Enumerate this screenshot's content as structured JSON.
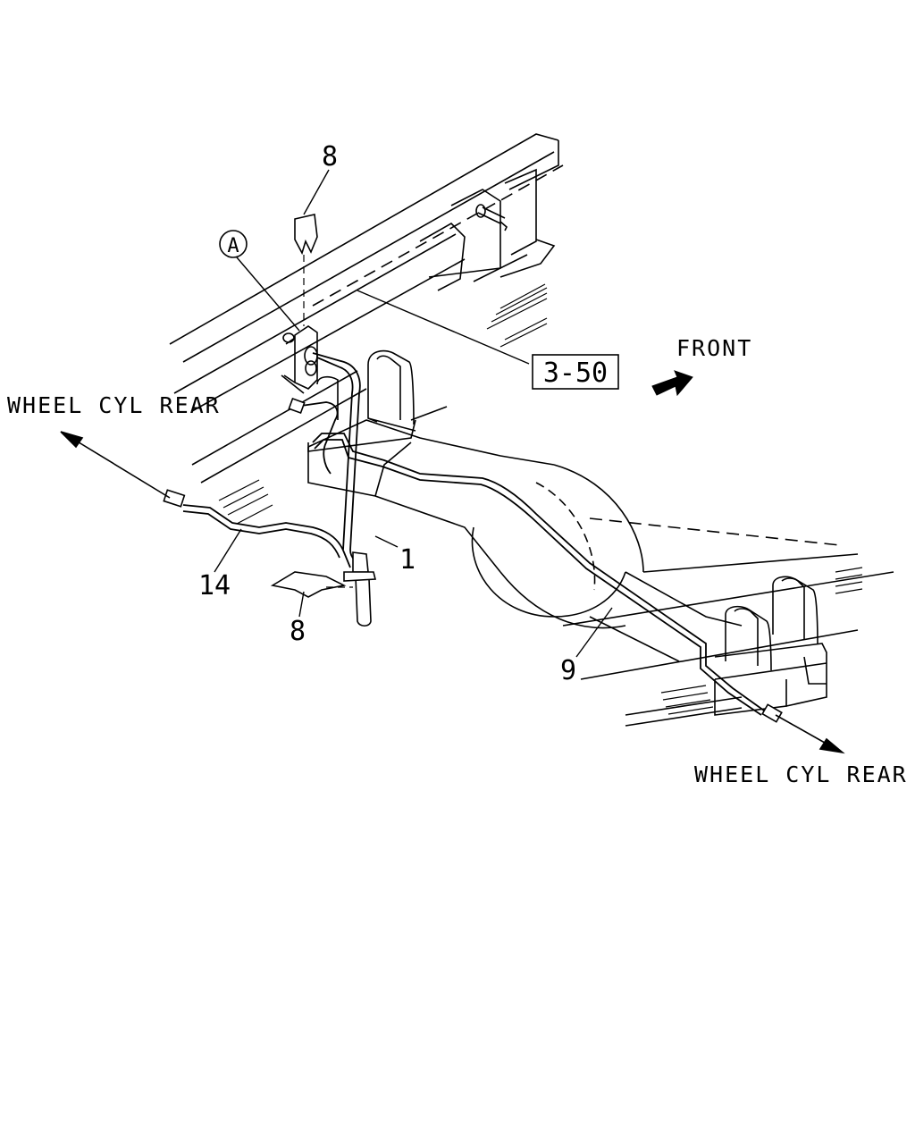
{
  "labels": {
    "front": "FRONT",
    "wheel_cyl_rear_left": "WHEEL CYL REAR",
    "wheel_cyl_rear_right": "WHEEL CYL REAR",
    "ref_box": "3-50",
    "detail_marker": "A"
  },
  "callouts": {
    "clip_top": "8",
    "hose": "1",
    "pipe_left": "14",
    "clip_bottom": "8",
    "pipe_right": "9"
  },
  "colors": {
    "line": "#000000",
    "background": "#ffffff"
  }
}
